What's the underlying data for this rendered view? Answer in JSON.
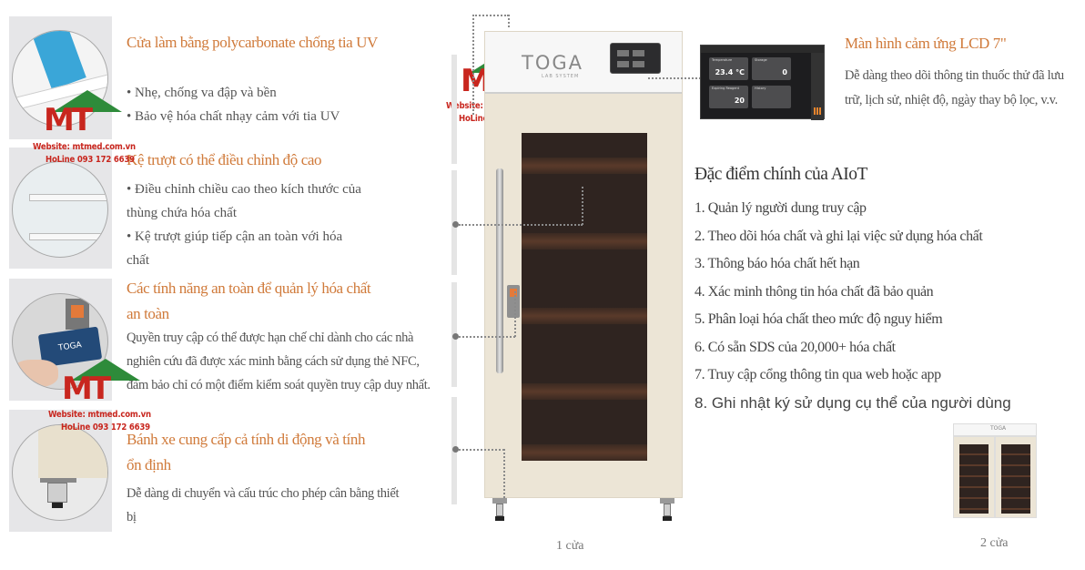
{
  "features": [
    {
      "title": "Cửa làm bằng polycarbonate chống tia UV",
      "body": [
        "• Nhẹ, chống va đập và bền",
        "• Bảo vệ hóa chất nhạy cảm với tia UV"
      ],
      "thumb_icon": "uv-polycarbonate-door-icon"
    },
    {
      "title": "Kệ trượt có thể điều chỉnh độ cao",
      "body": [
        "• Điều chỉnh chiều cao theo kích thước của",
        "thùng chứa hóa chất",
        "• Kệ trượt giúp tiếp cận an toàn với hóa",
        "chất"
      ],
      "thumb_icon": "sliding-shelf-icon"
    },
    {
      "title_lines": [
        "Các tính năng an toàn để quản lý hóa chất",
        "an toàn"
      ],
      "body": [
        "Quyền truy cập có thể được hạn chế chỉ dành cho các nhà",
        "nghiên cứu đã được xác minh bằng cách sử dụng thẻ NFC,",
        "đảm bảo chỉ có một điểm kiểm soát quyền truy cập duy nhất."
      ],
      "thumb_icon": "nfc-card-icon",
      "card_brand": "TOGA"
    },
    {
      "title_lines": [
        "Bánh xe cung cấp cả tính di động và tính",
        "ổn định"
      ],
      "body": [
        "Dễ dàng di chuyển và cấu trúc cho phép cân bằng thiết",
        "bị"
      ],
      "thumb_icon": "caster-wheel-icon"
    }
  ],
  "watermark": {
    "logo": "MT",
    "website": "Website: mtmed.com.vn",
    "hotline": "HoLine 093 172 6639"
  },
  "cabinet": {
    "brand": "TOGA",
    "subbrand": "LAB SYSTEM",
    "caption_1door": "1 cửa",
    "caption_2door": "2 cửa"
  },
  "lcd": {
    "title": "Màn hình cảm ứng LCD 7\"",
    "description": "Dễ dàng theo dõi thông tin thuốc thử đã lưu trữ, lịch sử, nhiệt độ, ngày thay bộ lọc, v.v.",
    "tiles": [
      {
        "label": "Temperature",
        "value": "23.4 °C"
      },
      {
        "label": "Storage",
        "value": "0"
      },
      {
        "label": "Expiring Reagent",
        "value": "20"
      },
      {
        "label": "History",
        "value": ""
      }
    ]
  },
  "aiot": {
    "title": "Đặc điểm chính của AIoT",
    "items": [
      "1. Quản lý người dung truy cập",
      "2. Theo dõi hóa chất và ghi lại việc sử dụng hóa chất",
      "3. Thông báo hóa chất hết hạn",
      "4. Xác minh thông tin hóa chất đã bảo quản",
      "5. Phân loại hóa chất theo mức độ nguy hiểm",
      "6. Có sẵn SDS của 20,000+ hóa chất",
      "7. Truy cập cổng thông tin qua web hoặc app",
      "8. Ghi nhật ký sử dụng cụ thể của người dùng"
    ]
  },
  "colors": {
    "accent_orange": "#d07a3a",
    "body_gray": "#555555",
    "watermark_red": "#c8261e",
    "watermark_green": "#2e8b3a",
    "cabinet_beige": "#ece5d6",
    "glass_brown": "#2f2420"
  }
}
